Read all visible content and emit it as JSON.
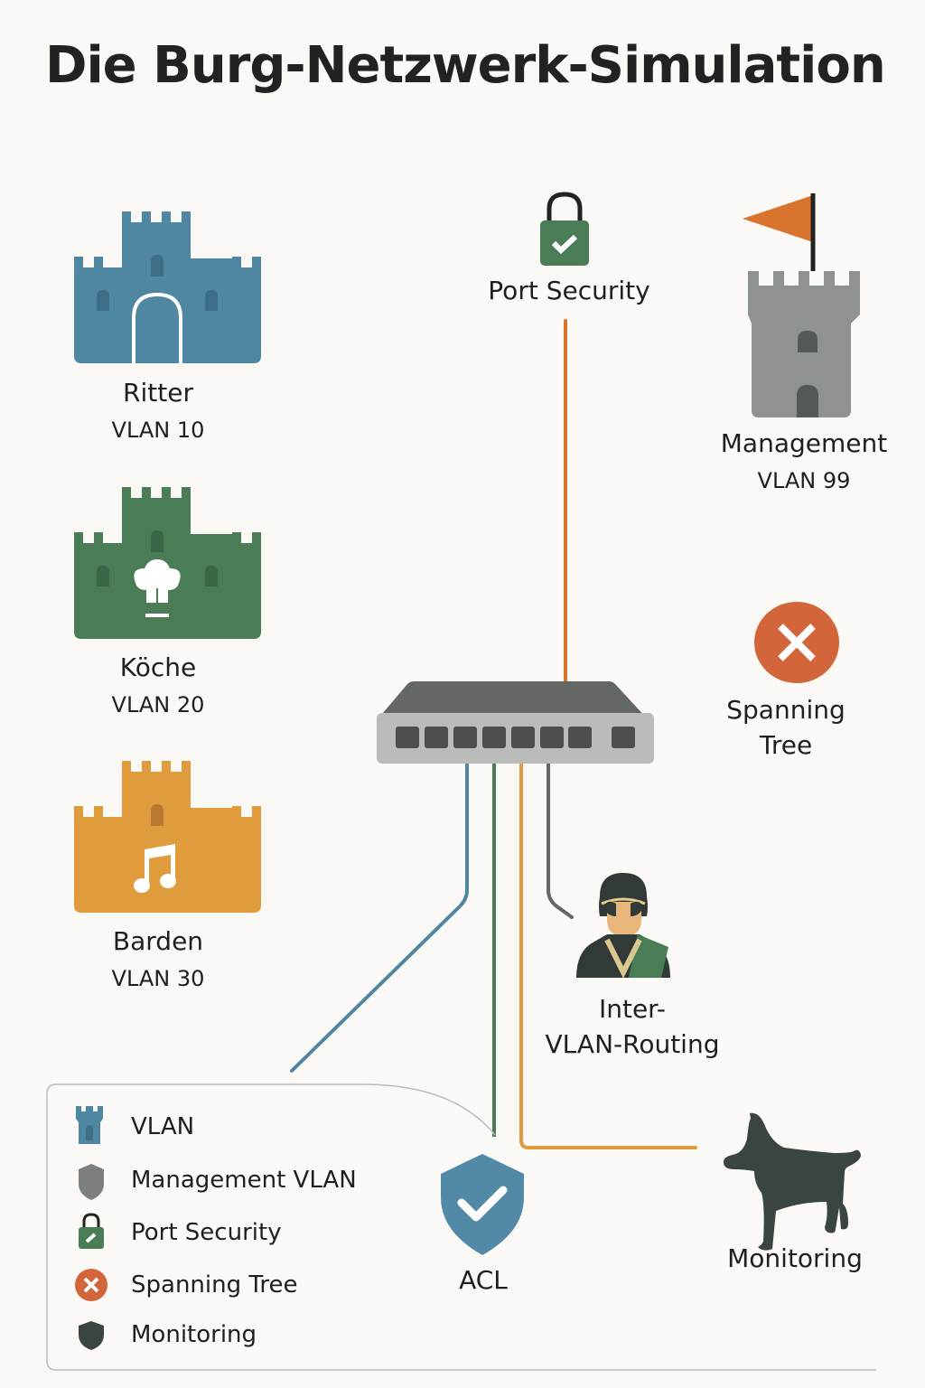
{
  "title": "Die Burg-Netzwerk-Simulation",
  "colors": {
    "vlan10": "#4f87a3",
    "vlan20": "#4a7c55",
    "vlan30": "#e09b3d",
    "management": "#8e9290",
    "port_security_line": "#d9742f",
    "spanning_tree": "#d2663a",
    "monitoring": "#3a4441",
    "acl": "#5189a6",
    "switch_top": "#636865",
    "switch_front": "#b9bcb8"
  },
  "nodes": {
    "ritter": {
      "name": "Ritter",
      "vlan": "VLAN 10"
    },
    "koeche": {
      "name": "Köche",
      "vlan": "VLAN 20"
    },
    "barden": {
      "name": "Barden",
      "vlan": "VLAN 30"
    },
    "management": {
      "name": "Management",
      "vlan": "VLAN 99"
    },
    "port_security": {
      "name": "Port Security"
    },
    "spanning_tree": {
      "line1": "Spanning",
      "line2": "Tree"
    },
    "inter_vlan": {
      "line1": "Inter-",
      "line2": "VLAN-Routing"
    },
    "acl": {
      "name": "ACL"
    },
    "monitoring": {
      "name": "Monitoring"
    }
  },
  "legend": {
    "items": [
      {
        "icon": "tower-icon",
        "label": "VLAN"
      },
      {
        "icon": "shield-gray-icon",
        "label": "Management VLAN"
      },
      {
        "icon": "padlock-icon",
        "label": "Port Security"
      },
      {
        "icon": "x-circle-icon",
        "label": "Spanning Tree"
      },
      {
        "icon": "shield-dark-icon",
        "label": "Monitoring"
      }
    ]
  }
}
